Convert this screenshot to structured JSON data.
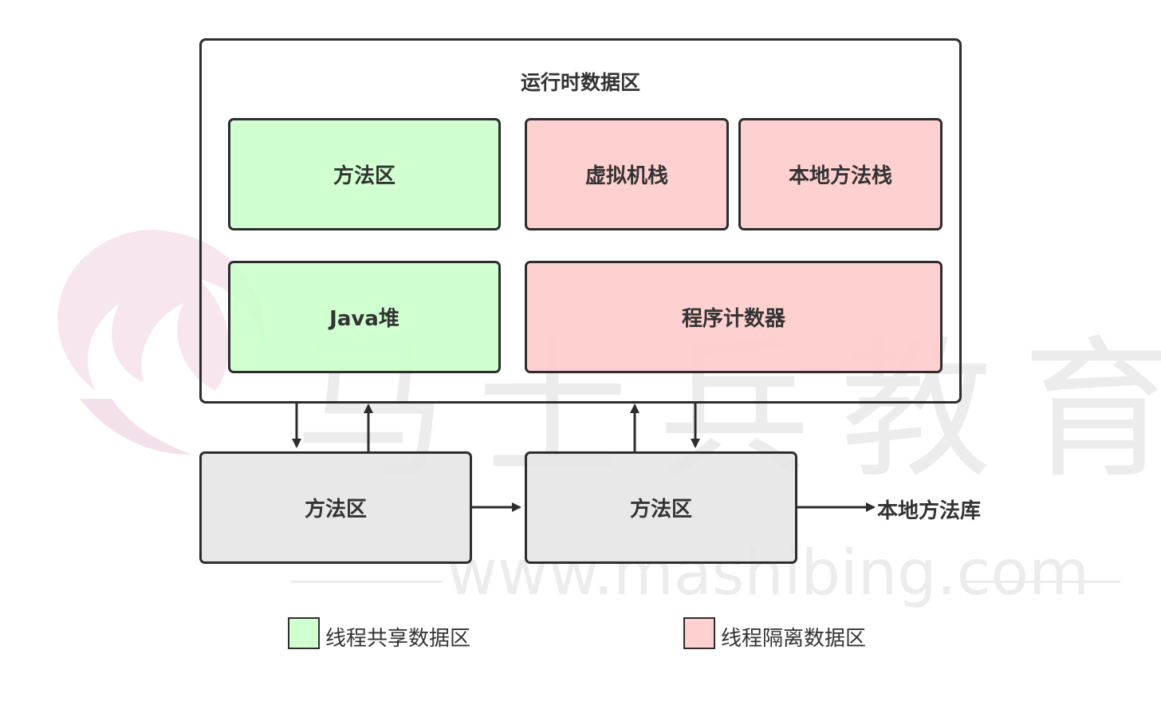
{
  "watermark": {
    "brand": "马士兵教育",
    "url": "www.mashibing.com"
  },
  "runtime_area": {
    "title": "运行时数据区"
  },
  "boxes": {
    "method_area_top": "方法区",
    "vm_stack": "虚拟机栈",
    "native_method_stack": "本地方法栈",
    "java_heap": "Java堆",
    "program_counter": "程序计数器",
    "method_area_bottom_left": "方法区",
    "method_area_bottom_right": "方法区"
  },
  "native_library_label": "本地方法库",
  "legend": {
    "shared": "线程共享数据区",
    "isolated": "线程隔离数据区"
  },
  "colors": {
    "shared": "#ccffcc",
    "isolated": "#ffcccc",
    "neutral": "#e6e6e6",
    "stroke": "#2d2d2d"
  }
}
